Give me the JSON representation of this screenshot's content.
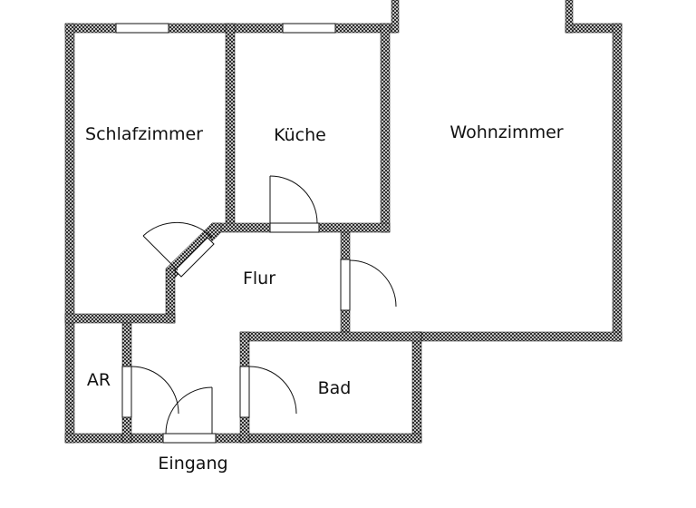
{
  "floorplan": {
    "rooms": [
      {
        "id": "schlafzimmer",
        "label": "Schlafzimmer"
      },
      {
        "id": "kueche",
        "label": "Küche"
      },
      {
        "id": "wohnzimmer",
        "label": "Wohnzimmer"
      },
      {
        "id": "flur",
        "label": "Flur"
      },
      {
        "id": "ar",
        "label": "AR"
      },
      {
        "id": "bad",
        "label": "Bad"
      }
    ],
    "entrance_label": "Eingang",
    "colors": {
      "wall": "#111111",
      "hatch": "#ffffff",
      "background": "#ffffff",
      "window": "#ffffff"
    }
  }
}
